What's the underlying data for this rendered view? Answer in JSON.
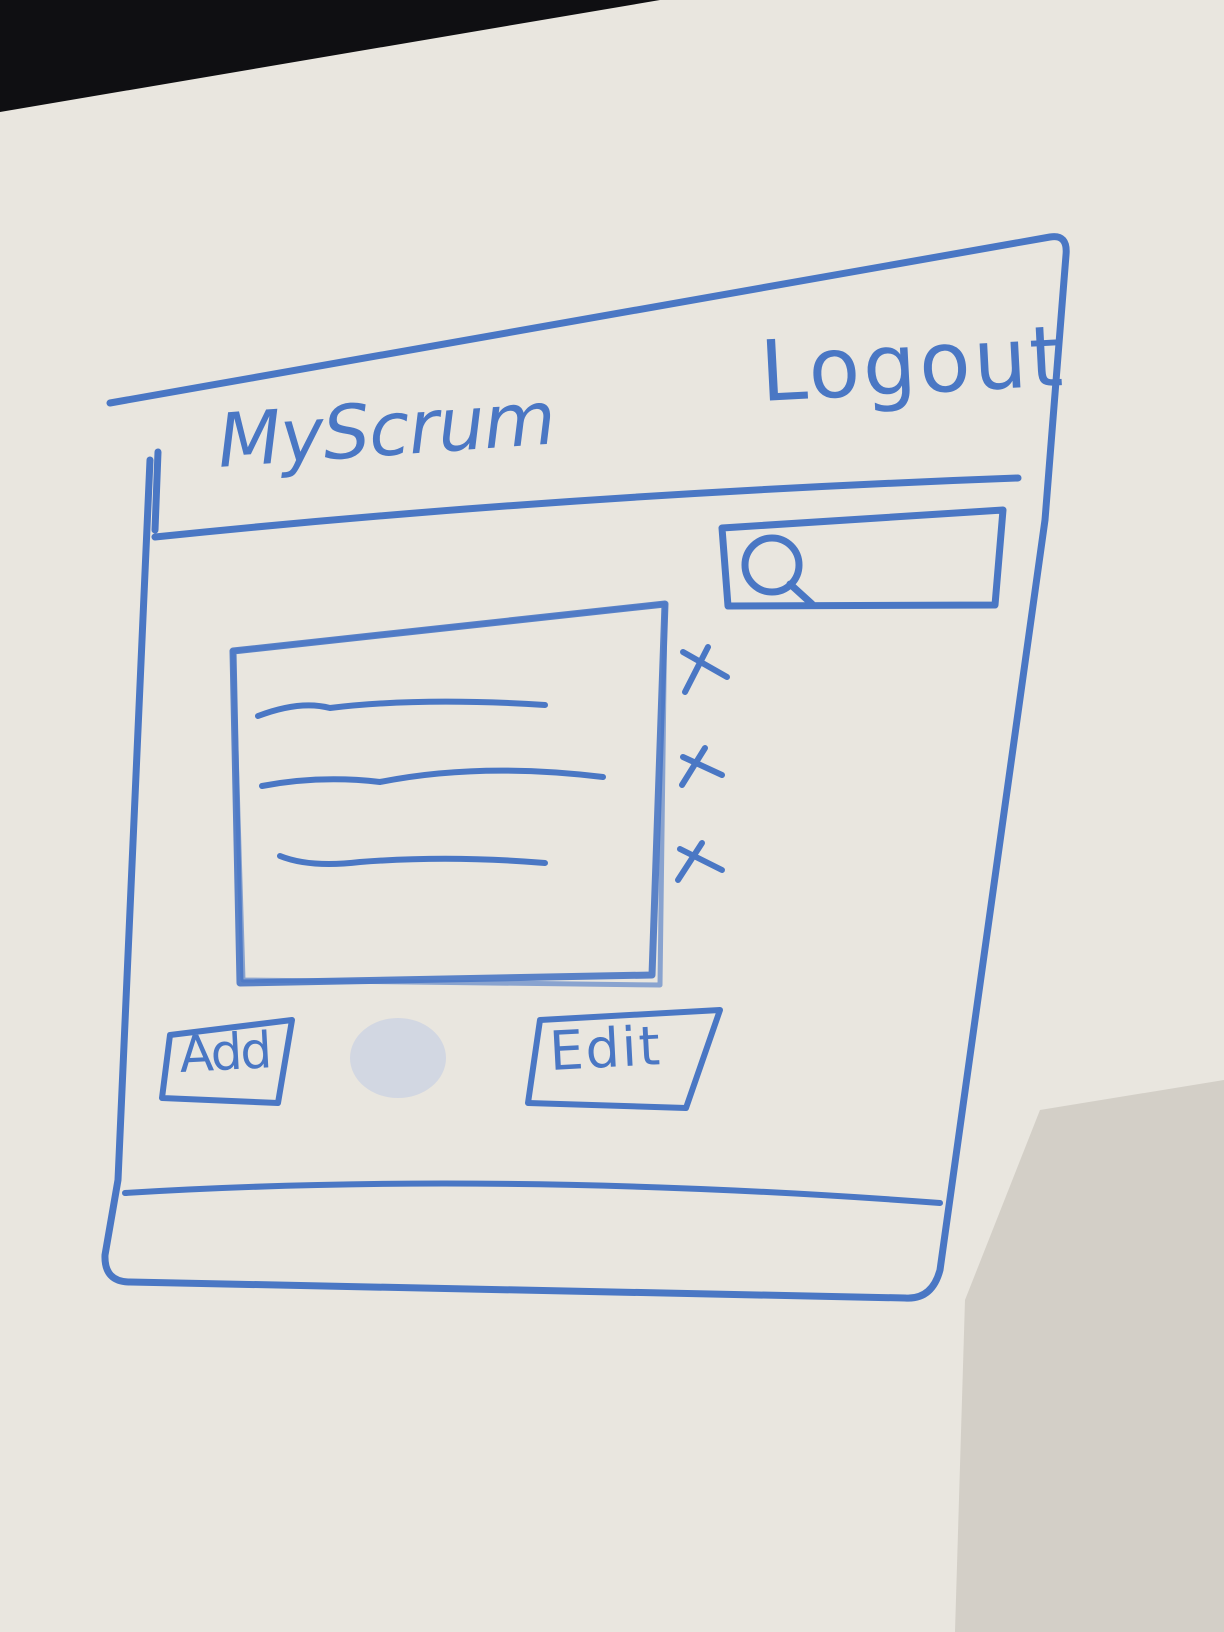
{
  "app": {
    "title": "MyScrum"
  },
  "header": {
    "logout_label": "Logout"
  },
  "search": {
    "icon": "search-icon",
    "value": ""
  },
  "list": {
    "items": [
      "",
      "",
      ""
    ],
    "delete_icon": "close-icon"
  },
  "actions": {
    "add_label": "Add",
    "edit_label": "Edit"
  },
  "colors": {
    "ink": "#4a77c4",
    "board": "#e9e6df",
    "background": "#101010"
  }
}
